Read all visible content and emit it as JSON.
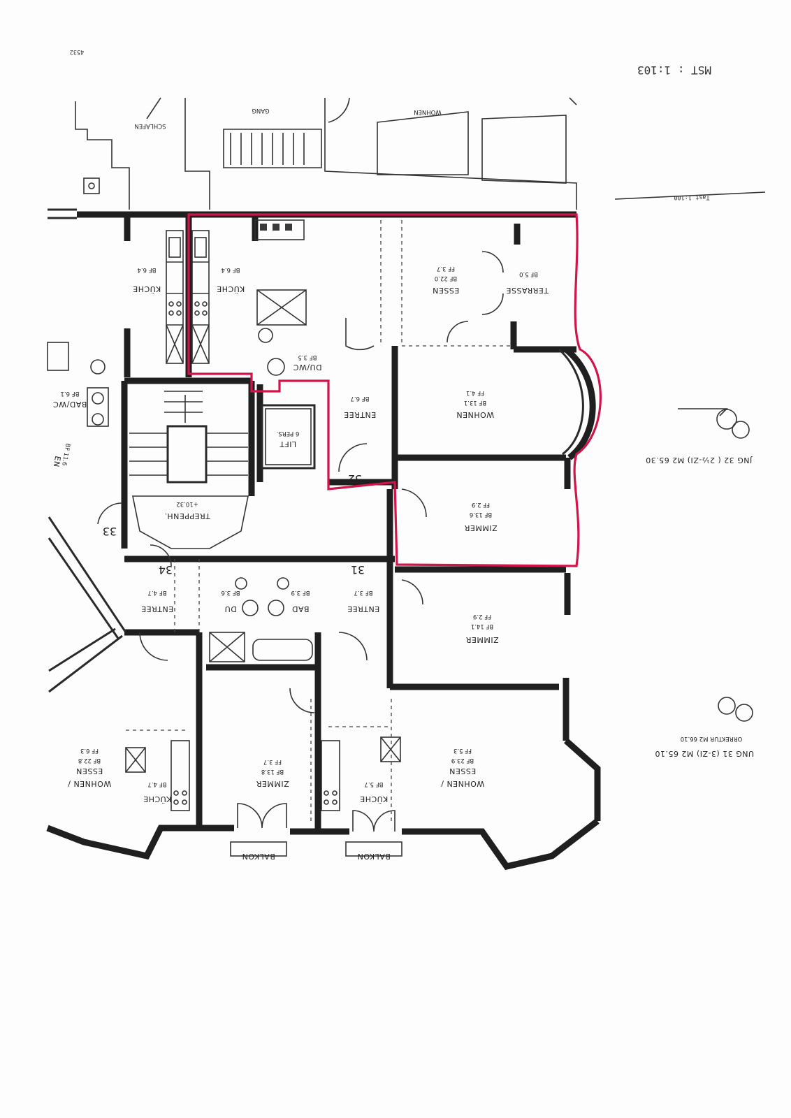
{
  "sheet": {
    "scale_note": "MST : 1:103",
    "ref_number": "4532",
    "handwritten_note": "Tast 1:100"
  },
  "units": [
    {
      "number": "31",
      "label": "UNG 31 (3-ZI) M2 65.10",
      "correction": "ORREKTUR M2 66.10"
    },
    {
      "number": "32",
      "label": "JNG 32 ( 2½-ZI) M2 65.30"
    },
    {
      "number": "33"
    },
    {
      "number": "34"
    }
  ],
  "rooms": {
    "schlafen": "SCHLAFEN",
    "gang": "GANG",
    "wohnen_top": "WOHNEN",
    "kueche_a": {
      "name": "KÜCHE",
      "bf": "BF 6.4"
    },
    "kueche_b": {
      "name": "KÜCHE",
      "bf": "BF 6.4"
    },
    "essen": {
      "name": "ESSEN",
      "bf": "BF 22.0",
      "ff": "FF 3.7"
    },
    "terrasse": {
      "name": "TERRASSE",
      "bf": "BF 5.0"
    },
    "duwc": {
      "name": "DU/WC",
      "bf": "BF 3.5"
    },
    "badwc": {
      "name": "BAD/WC",
      "bf": "BF 6.1"
    },
    "entree_32": {
      "name": "ENTREE",
      "bf": "BF 6.7"
    },
    "wohnen_32": {
      "name": "WOHNEN",
      "bf": "BF 13.1",
      "ff": "FF 4.1"
    },
    "lift": {
      "name": "LIFT",
      "cap": "6 PERS."
    },
    "treppenh": {
      "name": "TREPPENH.",
      "level": "+10.32"
    },
    "zimmer_32": {
      "name": "ZIMMER",
      "bf": "BF 13.6",
      "ff": "FF 2.9"
    },
    "entree_34": {
      "name": "ENTREE",
      "bf": "BF 4.7"
    },
    "du": {
      "name": "DU",
      "bf": "BF 3.6"
    },
    "bad": {
      "name": "BAD",
      "bf": "BF 3.9"
    },
    "entree_31": {
      "name": "ENTREE",
      "bf": "BF 3.7"
    },
    "zimmer_31": {
      "name": "ZIMMER",
      "bf": "BF 14.1",
      "ff": "FF 2.9"
    },
    "zimmer_low": {
      "name": "ZIMMER",
      "bf": "BF 13.8",
      "ff": "FF 3.7"
    },
    "kueche_low_left": {
      "name": "KÜCHE",
      "bf": "BF 4.7"
    },
    "kueche_low_mid": {
      "name": "KÜCHE",
      "bf": "BF 5.7"
    },
    "wohnen_essen_left": {
      "name1": "WOHNEN /",
      "name2": "ESSEN",
      "bf": "BF 22.8",
      "ff": "FF 6.3"
    },
    "wohnen_essen_right": {
      "name1": "WOHNEN /",
      "name2": "ESSEN",
      "bf": "BF 23.9",
      "ff": "FF 5.3"
    },
    "balkon_a": "BALKON",
    "balkon_b": "BALKON",
    "edge_en": "EN",
    "edge_bf": "BF 11.6"
  },
  "colors": {
    "ink": "#222222",
    "wall": "#1f1f1f",
    "highlight": "#d1154a",
    "paper": "#fdfdfd"
  }
}
